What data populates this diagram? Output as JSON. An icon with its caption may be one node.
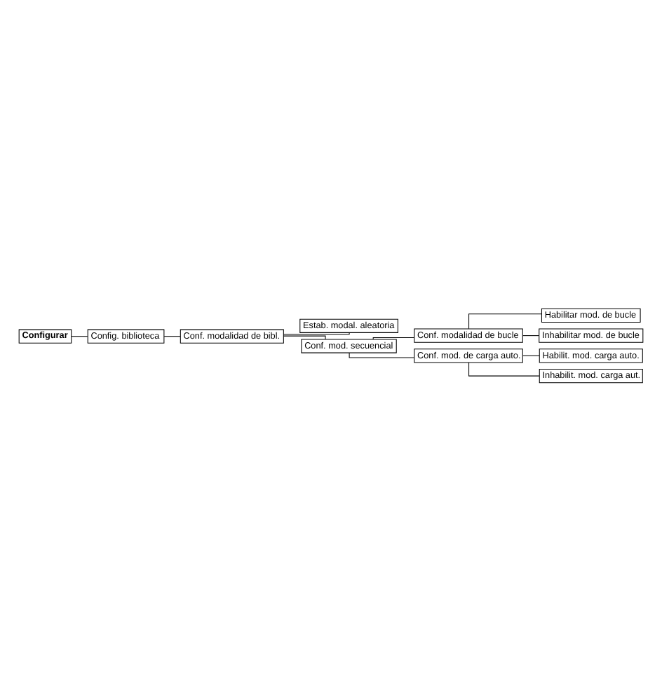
{
  "diagram": {
    "nodes": [
      {
        "text": [
          "Configurar"
        ]
      },
      {
        "text": [
          "Config. biblioteca"
        ]
      },
      {
        "text": [
          "Conf. modalidad de bibl."
        ]
      },
      {
        "text": [
          "Estab. modal. aleatoria"
        ]
      },
      {
        "text": [
          "Conf. mod. secuencial"
        ]
      },
      {
        "text": [
          "Conf. modalidad de bucle"
        ]
      },
      {
        "text": [
          "Habilitar mod. de bucle"
        ]
      },
      {
        "text": [
          "Inhabilitar mod. de bucle"
        ]
      },
      {
        "text": [
          "Conf. mod. de carga auto."
        ]
      },
      {
        "text": [
          "Habilit. mod. carga auto."
        ]
      },
      {
        "text": [
          "Inhabilit. mod. carga aut."
        ]
      }
    ],
    "edges": [
      {
        "from": 0,
        "to": 1,
        "arrow": "none"
      },
      {
        "from": 1,
        "to": 2,
        "arrow": "none"
      },
      {
        "from": 2,
        "to": 3,
        "arrow": "none"
      },
      {
        "from": 2,
        "to": 4,
        "arrow": "none"
      },
      {
        "from": 4,
        "to": 5,
        "arrow": "none"
      },
      {
        "from": 5,
        "to": 6,
        "arrow": "none"
      },
      {
        "from": 5,
        "to": 7,
        "arrow": "none"
      },
      {
        "from": 4,
        "to": 8,
        "arrow": "none"
      },
      {
        "from": 8,
        "to": 9,
        "arrow": "none"
      },
      {
        "from": 8,
        "to": 10,
        "arrow": "none"
      }
    ]
  }
}
